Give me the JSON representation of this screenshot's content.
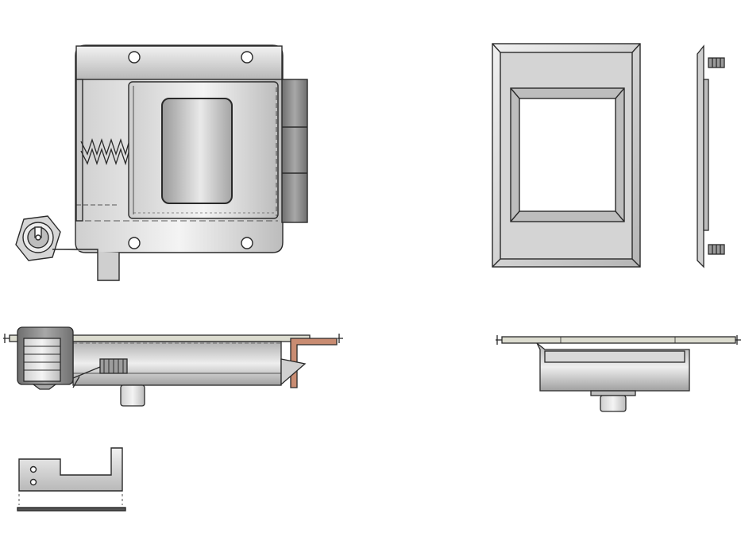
{
  "drawing": {
    "kind": "technical-drawing",
    "style": "grayscale-shaded",
    "views": [
      "latch-front-view",
      "escutcheon-frame-front-view",
      "escutcheon-side-view",
      "latch-side-section",
      "escutcheon-side-section",
      "keeper-bracket-view"
    ]
  },
  "colors": {
    "outline": "#2a2a2a",
    "fill_light": "#e6e6e6",
    "fill_mid": "#bdbdbd",
    "fill_dark": "#8a8a8a",
    "panel": "#dcdccf",
    "copper": "#c98c72"
  },
  "icons": [
    "spring-icon",
    "key-cylinder-icon",
    "screw-icon",
    "mounting-hole-icon"
  ]
}
